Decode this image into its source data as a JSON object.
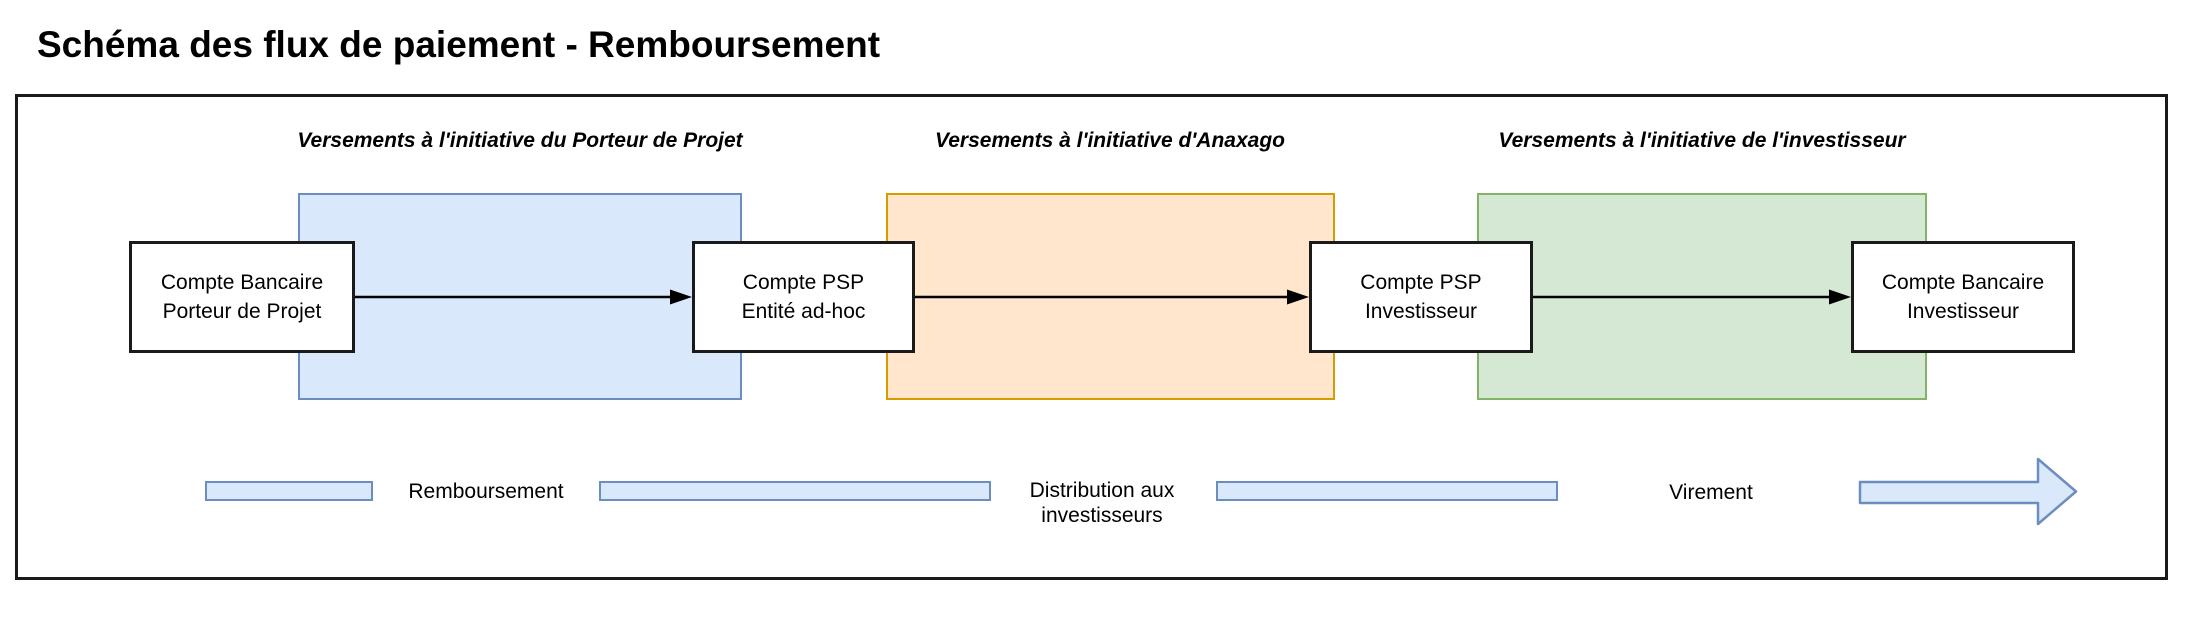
{
  "page": {
    "title": "Schéma des flux de paiement - Remboursement"
  },
  "sections": [
    {
      "label": "Versements à l'initiative du Porteur de Projet",
      "fill": "#dae8fc",
      "border": "#6c8ebf"
    },
    {
      "label": "Versements à l'initiative d'Anaxago",
      "fill": "#ffe6cc",
      "border": "#d79b00"
    },
    {
      "label": "Versements à l'initiative de l'investisseur",
      "fill": "#d5e8d4",
      "border": "#82b366"
    }
  ],
  "nodes": [
    {
      "line1": "Compte Bancaire",
      "line2": "Porteur de Projet"
    },
    {
      "line1": "Compte PSP",
      "line2": "Entité ad-hoc"
    },
    {
      "line1": "Compte PSP",
      "line2": "Investisseur"
    },
    {
      "line1": "Compte Bancaire",
      "line2": "Investisseur"
    }
  ],
  "flow_steps": [
    {
      "label": "Remboursement"
    },
    {
      "line1": "Distribution aux",
      "line2": "investisseurs"
    },
    {
      "label": "Virement"
    }
  ],
  "colors": {
    "node_border": "#1a1a1a",
    "node_fill": "#ffffff",
    "connector": "#000000",
    "flow_bar_fill": "#dae8fc",
    "flow_bar_border": "#6c8ebf",
    "frame_border": "#1a1a1a"
  }
}
